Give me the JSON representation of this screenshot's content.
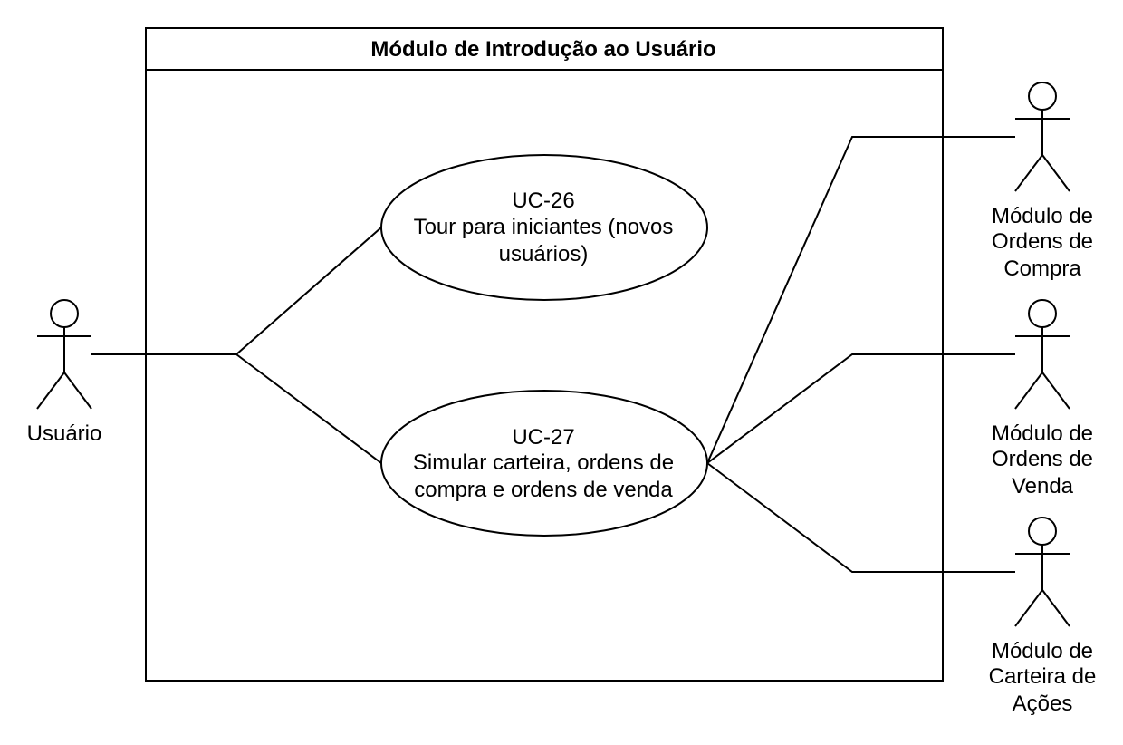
{
  "system": {
    "title": "Módulo de Introdução ao Usuário"
  },
  "use_cases": [
    {
      "id": "UC-26",
      "lines": [
        "Tour para iniciantes (novos",
        "usuários)"
      ]
    },
    {
      "id": "UC-27",
      "lines": [
        "Simular carteira, ordens de",
        "compra e ordens de venda"
      ]
    }
  ],
  "actors": [
    {
      "key": "usuario",
      "lines": [
        "Usuário"
      ]
    },
    {
      "key": "ordens-compra",
      "lines": [
        "Módulo de",
        "Ordens de",
        "Compra"
      ]
    },
    {
      "key": "ordens-venda",
      "lines": [
        "Módulo de",
        "Ordens de",
        "Venda"
      ]
    },
    {
      "key": "carteira-acoes",
      "lines": [
        "Módulo de",
        "Carteira de",
        "Ações"
      ]
    }
  ],
  "colors": {
    "stroke": "#000000",
    "background": "#ffffff"
  }
}
